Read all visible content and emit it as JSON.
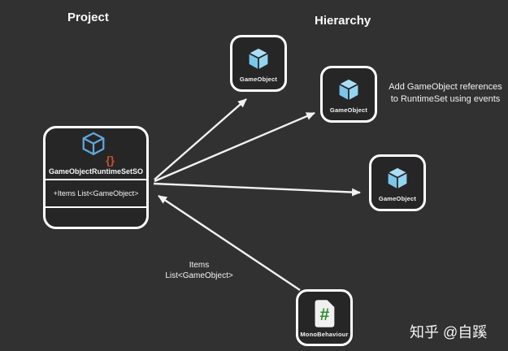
{
  "headings": {
    "project": "Project",
    "hierarchy": "Hierarchy"
  },
  "nodes": {
    "runtime_set": {
      "title": "GameObjectRuntimeSetSO",
      "field": "+Items List<GameObject>",
      "braces_glyph": "{}"
    },
    "gameobjects": [
      {
        "label": "GameObject"
      },
      {
        "label": "GameObject"
      },
      {
        "label": "GameObject"
      }
    ],
    "monobehaviour": {
      "label": "MonoBehaviour",
      "icon_glyph": "#"
    }
  },
  "annotations": {
    "events_note": {
      "line1": "Add GameObject references",
      "line2": "to RuntimeSet using events"
    },
    "items_label": {
      "line1": "Items",
      "line2": "List<GameObject>"
    }
  },
  "watermark": {
    "text": "知乎 @自蹊"
  },
  "edges": [
    {
      "from": "GameObjectRuntimeSetSO",
      "to": "GameObject-top",
      "arrow": "to-target"
    },
    {
      "from": "GameObjectRuntimeSetSO",
      "to": "GameObject-middle",
      "arrow": "to-target"
    },
    {
      "from": "GameObjectRuntimeSetSO",
      "to": "GameObject-right",
      "arrow": "to-target"
    },
    {
      "from": "MonoBehaviour",
      "to": "GameObjectRuntimeSetSO",
      "arrow": "to-target",
      "label": "Items List<GameObject>"
    }
  ],
  "colors": {
    "background": "#313131",
    "node_fill": "#262626",
    "node_border": "#ffffff",
    "cube_blue": "#8acff0",
    "so_outline_blue": "#5ea9db",
    "braces_orange": "#c7502f",
    "csharp_green": "#2e8b2e",
    "arrow": "#f2f2f2"
  }
}
